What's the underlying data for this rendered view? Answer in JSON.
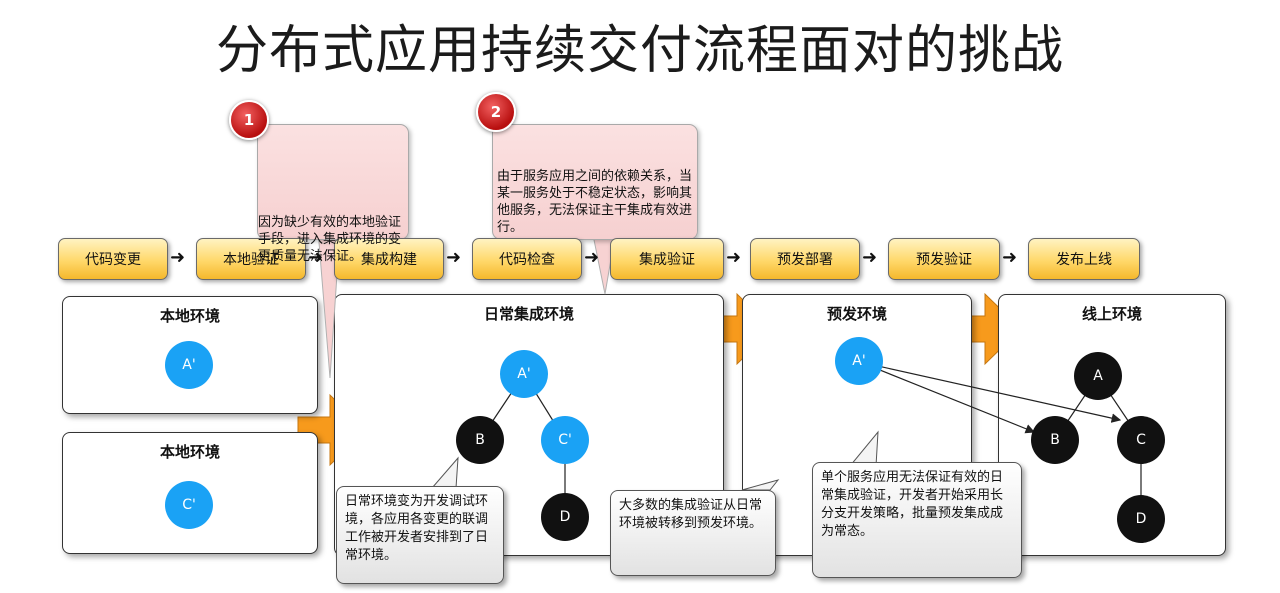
{
  "title": "分布式应用持续交付流程面对的挑战",
  "flow": [
    "代码变更",
    "本地验证",
    "集成构建",
    "代码检查",
    "集成验证",
    "预发部署",
    "预发验证",
    "发布上线"
  ],
  "badges": {
    "one": "1",
    "two": "2"
  },
  "notes": {
    "one": "因为缺少有效的本地验证手段，进入集成环境的变更质量无法保证。",
    "two": "由于服务应用之间的依赖关系，当某一服务处于不稳定状态，影响其他服务，无法保证主干集成有效进行。"
  },
  "environments": {
    "local_a": {
      "title": "本地环境",
      "node": "A'"
    },
    "local_c": {
      "title": "本地环境",
      "node": "C'"
    },
    "daily": {
      "title": "日常集成环境",
      "nodes": {
        "a": "A'",
        "b": "B",
        "c": "C'",
        "d": "D"
      }
    },
    "staging": {
      "title": "预发环境",
      "node": "A'"
    },
    "online": {
      "title": "线上环境",
      "nodes": {
        "a": "A",
        "b": "B",
        "c": "C",
        "d": "D"
      }
    }
  },
  "callouts": {
    "daily": "日常环境变为开发调试环境，各应用各变更的联调工作被开发者安排到了日常环境。",
    "shift": "大多数的集成验证从日常环境被转移到预发环境。",
    "staging": "单个服务应用无法保证有效的日常集成验证，开发者开始采用长分支开发策略，批量预发集成成为常态。"
  },
  "colors": {
    "node_blue": "#1aa2f5",
    "node_black": "#111111",
    "flow_orange": "#f5b82c",
    "big_arrow": "#f79a1c",
    "badge_red": "#c81d1d",
    "note_pink": "#f8d8d8"
  }
}
